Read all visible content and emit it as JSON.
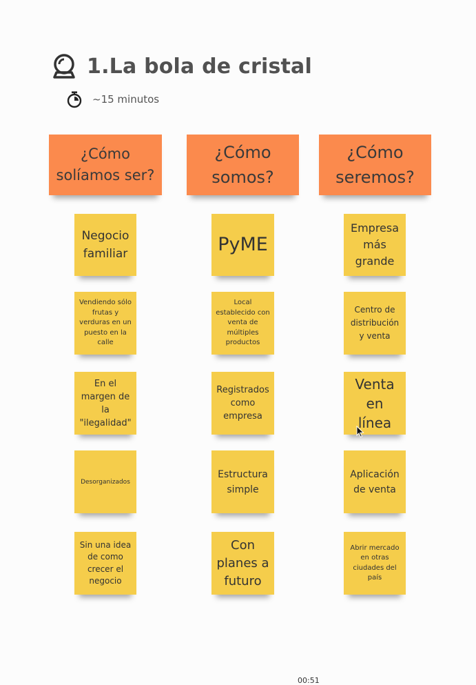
{
  "header": {
    "title": "1.La bola de cristal",
    "title_icon": "crystal-ball-icon",
    "timer": "~15 minutos",
    "timer_icon": "stopwatch-icon"
  },
  "columns": [
    "¿Cómo solíamos ser?",
    "¿Cómo somos?",
    "¿Cómo seremos?"
  ],
  "notes": {
    "past": [
      "Negocio familiar",
      "Vendiendo sólo frutas y verduras en un puesto en la calle",
      "En el margen de la \"ilegalidad\"",
      "Desorganizados",
      "Sin una idea de como crecer el negocio"
    ],
    "present": [
      "PyME",
      "Local establecido con venta de múltiples productos",
      "Registrados como empresa",
      "Estructura simple",
      "Con planes a futuro"
    ],
    "future": [
      "Empresa más grande",
      "Centro de distribución y venta",
      "Venta en línea",
      "Aplicación de venta",
      "Abrir mercado en otras ciudades del país"
    ]
  },
  "colors": {
    "header_note": "#fb8a4d",
    "sticky_note": "#f5cd4b"
  },
  "footer_text": "00:51"
}
